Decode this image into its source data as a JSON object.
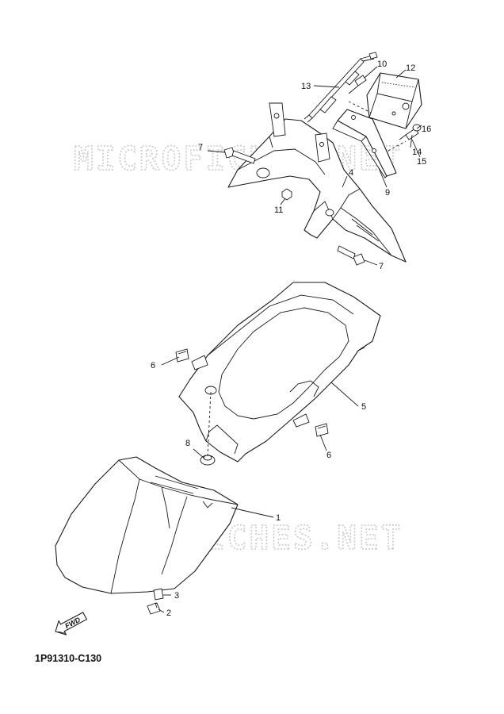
{
  "watermark_top": "MICROFICHES.NET",
  "watermark_bottom": "MICROFICHES.NET",
  "diagram_code": "1P91310-C130",
  "fwd_label": "FWD",
  "callouts": {
    "c1": "1",
    "c2": "2",
    "c3": "3",
    "c4": "4",
    "c5": "5",
    "c6a": "6",
    "c6b": "6",
    "c7a": "7",
    "c7b": "7",
    "c8": "8",
    "c9": "9",
    "c10": "10",
    "c11": "11",
    "c12": "12",
    "c13": "13",
    "c14": "14",
    "c15": "15",
    "c16": "16"
  }
}
